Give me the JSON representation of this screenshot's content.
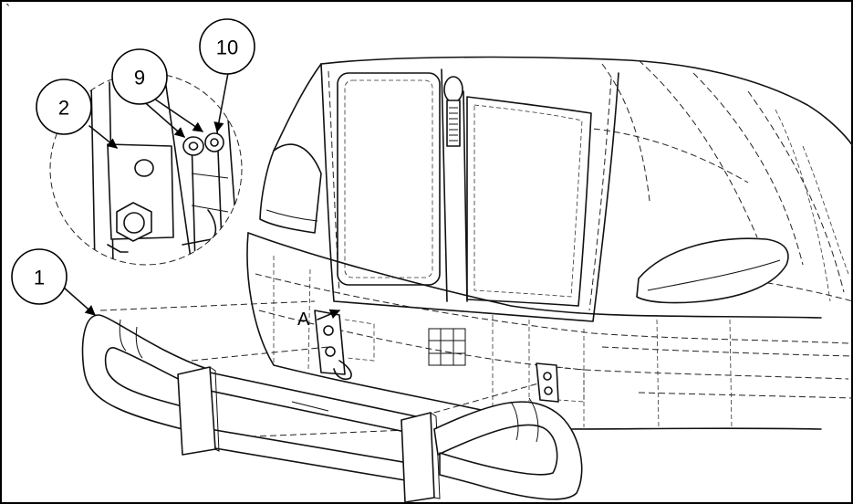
{
  "stray_mark": "`",
  "view_label": "A",
  "callouts": [
    {
      "id": "1",
      "label": "1"
    },
    {
      "id": "2",
      "label": "2"
    },
    {
      "id": "9",
      "label": "9"
    },
    {
      "id": "10",
      "label": "10"
    }
  ]
}
